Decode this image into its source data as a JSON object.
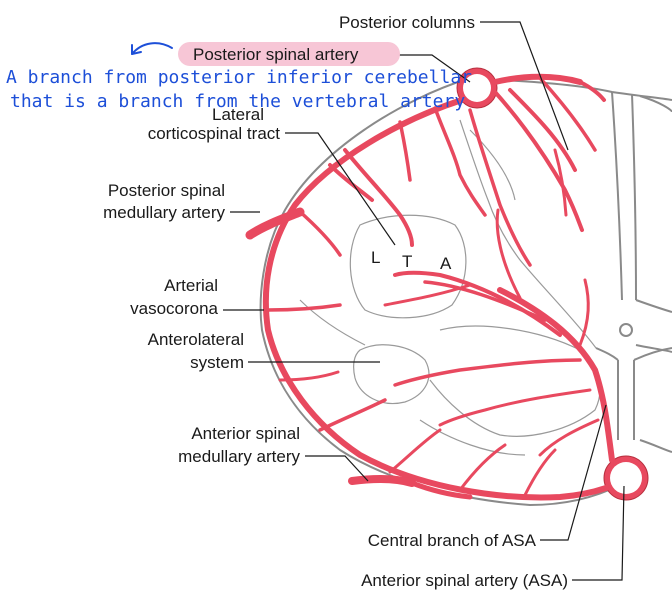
{
  "labels": {
    "posterior_columns": "Posterior columns",
    "posterior_spinal_artery": "Posterior spinal artery",
    "lateral": "Lateral",
    "corticospinal_tract": "corticospinal tract",
    "posterior_spinal_medullary_1": "Posterior spinal",
    "posterior_spinal_medullary_2": "medullary artery",
    "arterial_1": "Arterial",
    "arterial_2": "vasocorona",
    "anterolateral_1": "Anterolateral",
    "anterolateral_2": "system",
    "anterior_spinal_medullary_1": "Anterior spinal",
    "anterior_spinal_medullary_2": "medullary artery",
    "central_branch": "Central branch of ASA",
    "asa": "Anterior spinal artery (ASA)",
    "letter_l": "L",
    "letter_t": "T",
    "letter_a": "A"
  },
  "annotation": {
    "line1": "A branch from posterior inferior cerebellar",
    "line2": "that is a branch from the vertebral artery"
  },
  "colors": {
    "artery": "#e8495f",
    "highlight": "#f7c6d6",
    "annotation": "#1d4fd8"
  }
}
